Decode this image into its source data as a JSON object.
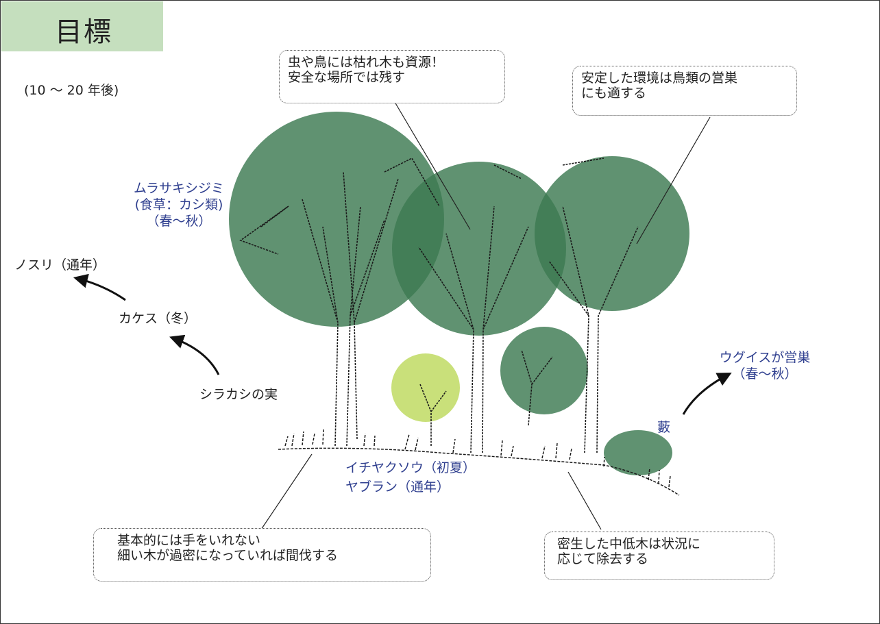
{
  "header": {
    "title": "目標"
  },
  "subtitle": "(10 ～ 20 年後)",
  "species": {
    "murasaki": [
      "ムラサキシジミ",
      "(食草：カシ類)",
      "（春～秋）"
    ],
    "nosuri": "ノスリ（通年）",
    "kakesu": "カケス（冬）",
    "shirakashi": "シラカシの実",
    "ichiyakuso": "イチヤクソウ（初夏）",
    "yaburan": "ヤブラン（通年）",
    "uguisu": [
      "ウグイスが営巣",
      "（春～秋）"
    ],
    "yabu": "藪"
  },
  "callouts": {
    "dead_wood": [
      "虫や鳥には枯れ木も資源！",
      "安全な場所では残す"
    ],
    "stable_env": [
      "安定した環境は鳥類の営巣",
      "にも適する"
    ],
    "basic_policy": [
      "基本的には手をいれない",
      "細い木が過密になっていれば間伐する"
    ],
    "dense_trees": [
      "密生した中低木は状況に",
      "応じて除去する"
    ]
  },
  "colors": {
    "canopy": "#3d7a52",
    "light_canopy": "#c9e07a",
    "header_bg": "#c5dfbe",
    "species_text": "#2f3f8f"
  }
}
